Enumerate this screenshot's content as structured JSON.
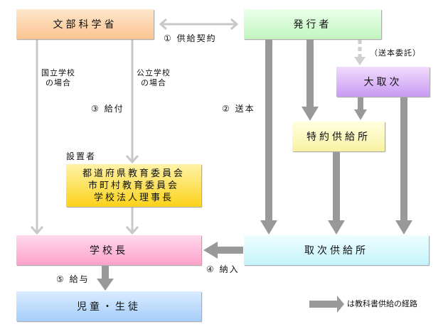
{
  "nodes": {
    "mext": "文部科学省",
    "publisher": "発行者",
    "major_distributor": "大取次",
    "special_supplier": "特約供給所",
    "setter_label": "設置者",
    "setters": [
      "都道府県教育委員会",
      "市町村教育委員会",
      "学校法人理事長"
    ],
    "principal": "学校長",
    "students": "児童・生徒",
    "distribution_supplier": "取次供給所"
  },
  "edge_labels": {
    "supply_contract": "① 供給契約",
    "shipping": "② 送本",
    "grant": "③ 給付",
    "delivery": "④ 納入",
    "distribution": "⑤ 給与",
    "shipping_entrust": "（送本委託）",
    "national_school_line1": "国立学校",
    "national_school_line2": "の場合",
    "public_school_line1": "公立学校",
    "public_school_line2": "の場合"
  },
  "legend": {
    "text": "は教科書供給の経路"
  },
  "colors": {
    "supply_arrow": "#999999",
    "thin_arrow": "#c8c8c8"
  }
}
